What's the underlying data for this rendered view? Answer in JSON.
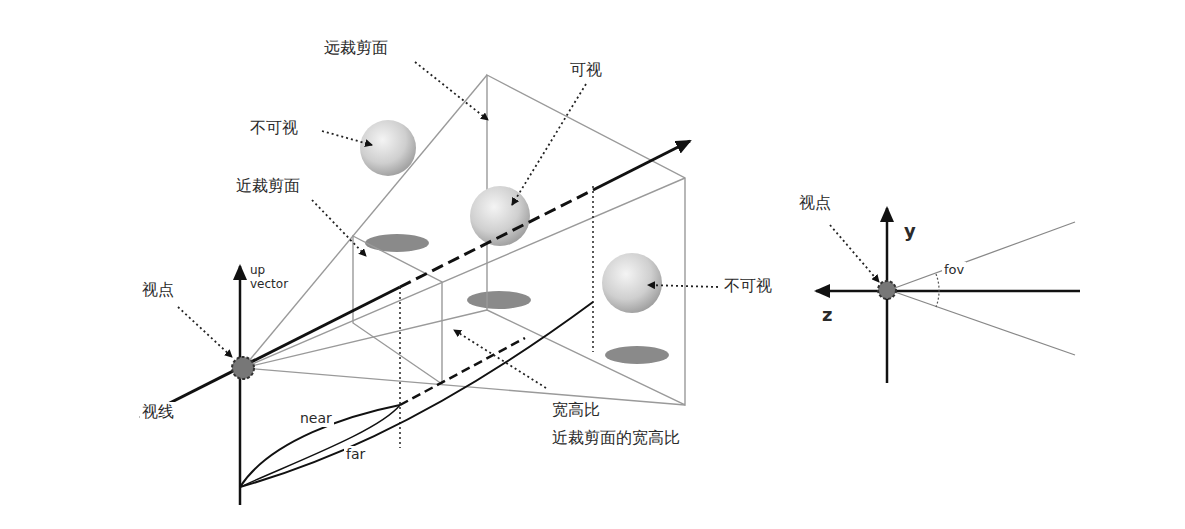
{
  "diagram": {
    "labels": [
      "远裁剪面",
      "可视",
      "不可视",
      "近裁剪面",
      "视点",
      "up vector",
      "视线",
      "near",
      "far",
      "宽高比",
      "近裁剪面的宽高比",
      "不可视",
      "视点",
      "y",
      "z",
      "fov"
    ]
  }
}
